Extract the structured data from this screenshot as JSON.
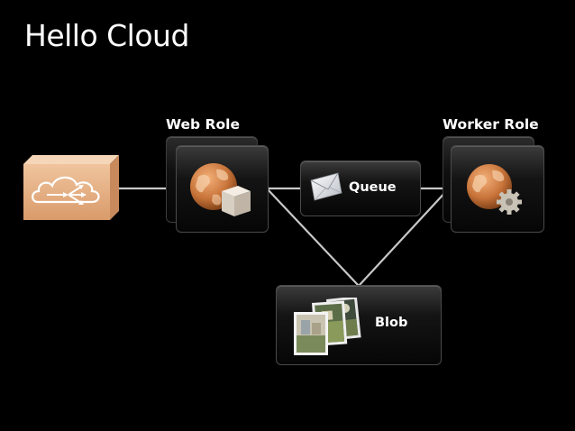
{
  "slide": {
    "title": "Hello Cloud"
  },
  "diagram": {
    "load_balancer": {
      "icon": "cloud-load-balancer-icon",
      "color": "#e6b48a"
    },
    "web_role": {
      "label": "Web Role",
      "icon": "globe-with-package-icon"
    },
    "worker_role": {
      "label": "Worker Role",
      "icon": "globe-with-gear-icon"
    },
    "queue": {
      "label": "Queue",
      "icon": "envelope-icon"
    },
    "blob": {
      "label": "Blob",
      "icon": "photo-stack-icon"
    },
    "connections": [
      [
        "load_balancer",
        "web_role"
      ],
      [
        "web_role",
        "queue"
      ],
      [
        "queue",
        "worker_role"
      ],
      [
        "web_role",
        "blob"
      ],
      [
        "worker_role",
        "blob"
      ]
    ],
    "colors": {
      "background": "#000000",
      "connector": "#c8c8c8",
      "globe": "#c8743a",
      "accent": "#e6b48a"
    }
  }
}
